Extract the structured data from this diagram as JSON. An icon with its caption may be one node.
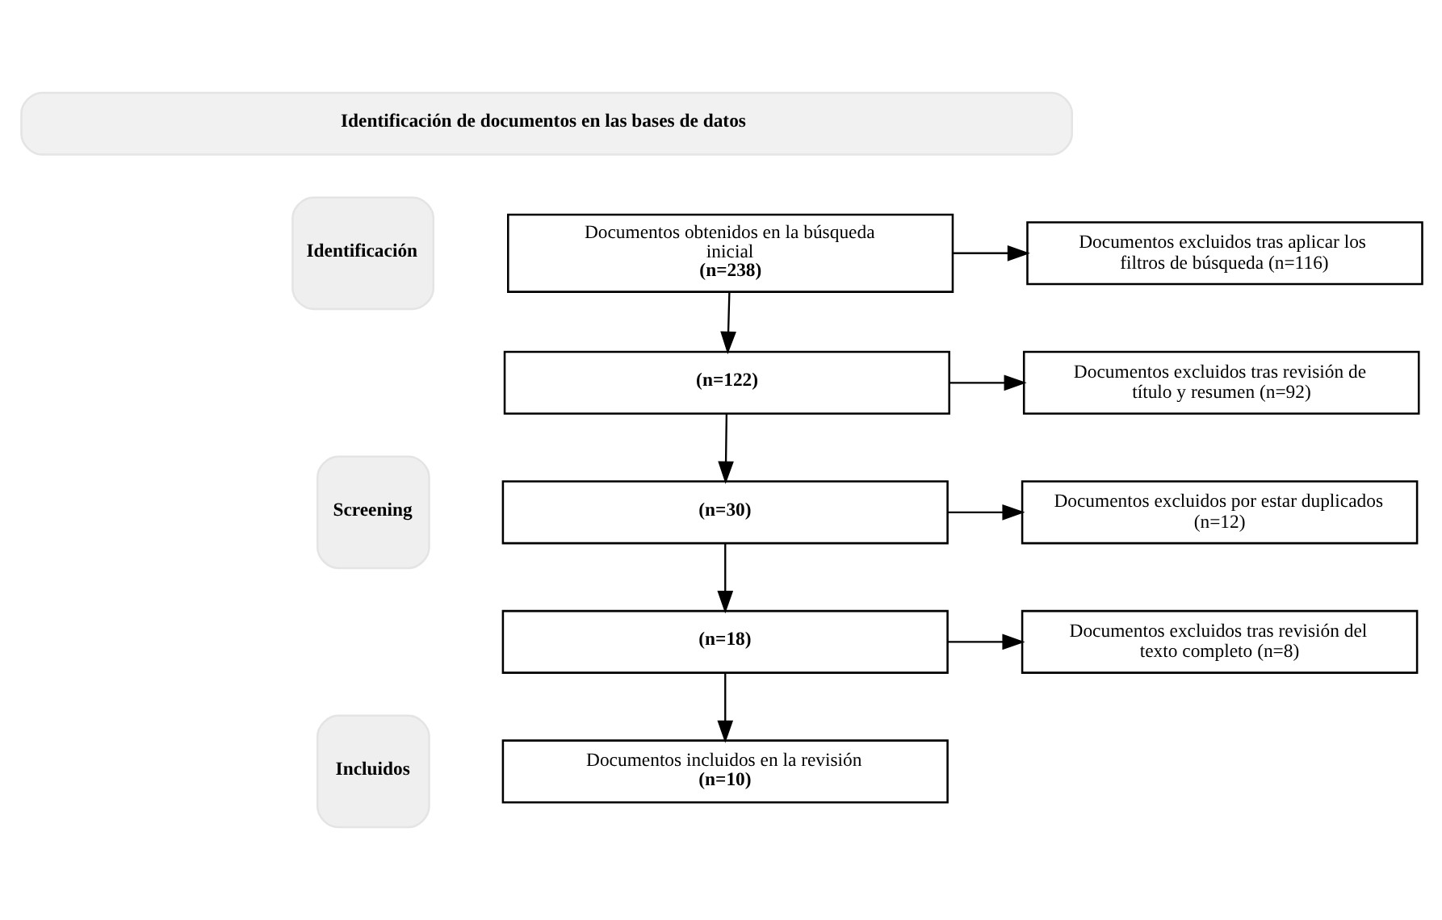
{
  "diagram": {
    "nodes": [
      {
        "text": [
          "Identificación de documentos en las bases de datos"
        ]
      },
      {
        "text": [
          "Identificación"
        ]
      },
      {
        "text": [
          "Screening"
        ]
      },
      {
        "text": [
          "Incluidos"
        ]
      },
      {
        "text": [
          "Documentos obtenidos en la búsqueda inicial",
          "(n=238)"
        ]
      },
      {
        "text": [
          "Documentos excluidos tras aplicar los filtros de búsqueda (n=116)"
        ]
      },
      {
        "text": [
          "(n=122)"
        ]
      },
      {
        "text": [
          "Documentos excluidos tras revisión de título y resumen (n=92)"
        ]
      },
      {
        "text": [
          "(n=30)"
        ]
      },
      {
        "text": [
          "Documentos excluidos por estar duplicados (n=12)"
        ]
      },
      {
        "text": [
          "(n=18)"
        ]
      },
      {
        "text": [
          "Documentos excluidos tras revisión del texto completo (n=8)"
        ]
      },
      {
        "text": [
          "Documentos incluidos en la revisión",
          "(n=10)"
        ]
      }
    ],
    "edges": [
      {
        "from": 4,
        "to": 5,
        "arrow": "to"
      },
      {
        "from": 4,
        "to": 6,
        "arrow": "to"
      },
      {
        "from": 6,
        "to": 7,
        "arrow": "to"
      },
      {
        "from": 6,
        "to": 8,
        "arrow": "to"
      },
      {
        "from": 8,
        "to": 9,
        "arrow": "to"
      },
      {
        "from": 8,
        "to": 10,
        "arrow": "to"
      },
      {
        "from": 10,
        "to": 11,
        "arrow": "to"
      },
      {
        "from": 10,
        "to": 12,
        "arrow": "to"
      }
    ]
  }
}
